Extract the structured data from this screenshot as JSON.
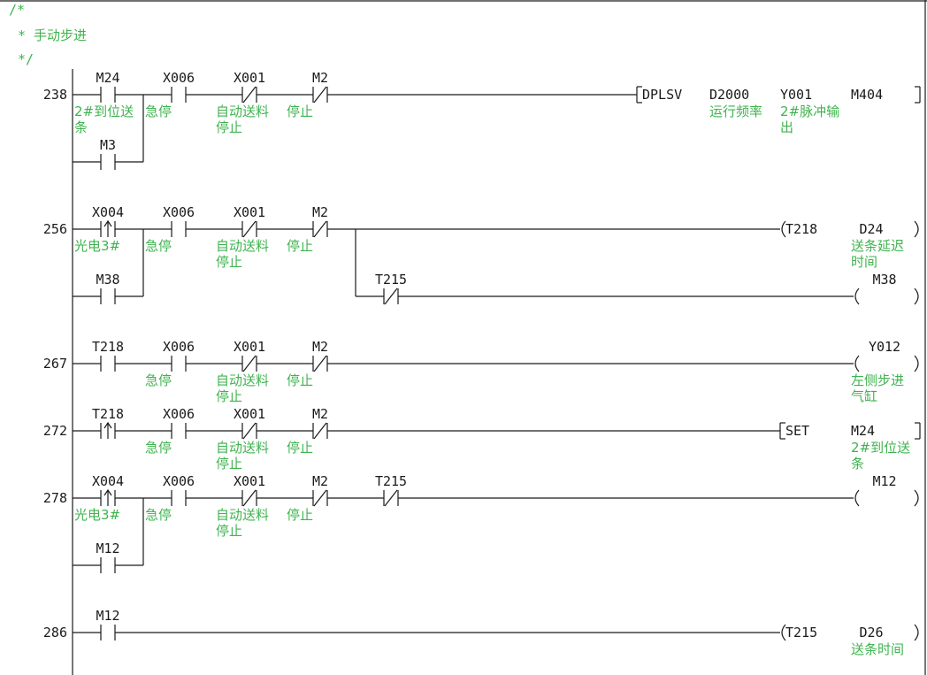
{
  "header": {
    "lines": [
      "/*",
      "*  手动步进",
      "*/"
    ]
  },
  "rungs": [
    {
      "step": "238",
      "row1": [
        {
          "dev": "M24",
          "type": "NO",
          "cmt": [
            "2#到位送",
            "条"
          ]
        },
        {
          "dev": "X006",
          "type": "NO",
          "cmt": [
            "急停"
          ]
        },
        {
          "dev": "X001",
          "type": "NC",
          "cmt": [
            "自动送料",
            "停止"
          ]
        },
        {
          "dev": "M2",
          "type": "NC",
          "cmt": [
            "停止"
          ]
        }
      ],
      "branch": [
        {
          "dev": "M3",
          "type": "NO",
          "cmt": []
        }
      ],
      "instr": {
        "op": "DPLSV",
        "operands": [
          {
            "v": "D2000",
            "cmt": [
              "运行频率"
            ]
          },
          {
            "v": "Y001",
            "cmt": [
              "2#脉冲输",
              "出"
            ]
          },
          {
            "v": "M404",
            "cmt": []
          }
        ]
      }
    },
    {
      "step": "256",
      "row1": [
        {
          "dev": "X004",
          "type": "PLS",
          "cmt": [
            "光电3#"
          ]
        },
        {
          "dev": "X006",
          "type": "NO",
          "cmt": [
            "急停"
          ]
        },
        {
          "dev": "X001",
          "type": "NC",
          "cmt": [
            "自动送料",
            "停止"
          ]
        },
        {
          "dev": "M2",
          "type": "NC",
          "cmt": [
            "停止"
          ]
        }
      ],
      "branch": [
        {
          "dev": "M38",
          "type": "NO",
          "cmt": []
        }
      ],
      "coil": {
        "op": "T218",
        "dev": "D24",
        "cmt": [
          "送条延迟",
          "时间"
        ]
      },
      "sub": {
        "contact": {
          "dev": "T215",
          "type": "NC"
        },
        "coil": {
          "dev": "M38",
          "cmt": []
        }
      }
    },
    {
      "step": "267",
      "row1": [
        {
          "dev": "T218",
          "type": "NO",
          "cmt": []
        },
        {
          "dev": "X006",
          "type": "NO",
          "cmt": [
            "急停"
          ]
        },
        {
          "dev": "X001",
          "type": "NC",
          "cmt": [
            "自动送料",
            "停止"
          ]
        },
        {
          "dev": "M2",
          "type": "NC",
          "cmt": [
            "停止"
          ]
        }
      ],
      "coil": {
        "op": "",
        "dev": "Y012",
        "cmt": [
          "左侧步进",
          "气缸"
        ]
      }
    },
    {
      "step": "272",
      "row1": [
        {
          "dev": "T218",
          "type": "PLS",
          "cmt": []
        },
        {
          "dev": "X006",
          "type": "NO",
          "cmt": [
            "急停"
          ]
        },
        {
          "dev": "X001",
          "type": "NC",
          "cmt": [
            "自动送料",
            "停止"
          ]
        },
        {
          "dev": "M2",
          "type": "NC",
          "cmt": [
            "停止"
          ]
        }
      ],
      "instr": {
        "op": "SET",
        "operands": [
          {
            "v": "M24",
            "cmt": [
              "2#到位送",
              "条"
            ]
          }
        ]
      }
    },
    {
      "step": "278",
      "row1": [
        {
          "dev": "X004",
          "type": "PLS",
          "cmt": [
            "光电3#"
          ]
        },
        {
          "dev": "X006",
          "type": "NO",
          "cmt": [
            "急停"
          ]
        },
        {
          "dev": "X001",
          "type": "NC",
          "cmt": [
            "自动送料",
            "停止"
          ]
        },
        {
          "dev": "M2",
          "type": "NC",
          "cmt": [
            "停止"
          ]
        },
        {
          "dev": "T215",
          "type": "NC",
          "cmt": []
        }
      ],
      "branch": [
        {
          "dev": "M12",
          "type": "NO",
          "cmt": []
        }
      ],
      "coil": {
        "op": "",
        "dev": "M12",
        "cmt": []
      }
    },
    {
      "step": "286",
      "row1": [
        {
          "dev": "M12",
          "type": "NO",
          "cmt": []
        }
      ],
      "coil": {
        "op": "T215",
        "dev": "D26",
        "cmt": [
          "送条时间"
        ]
      }
    }
  ]
}
